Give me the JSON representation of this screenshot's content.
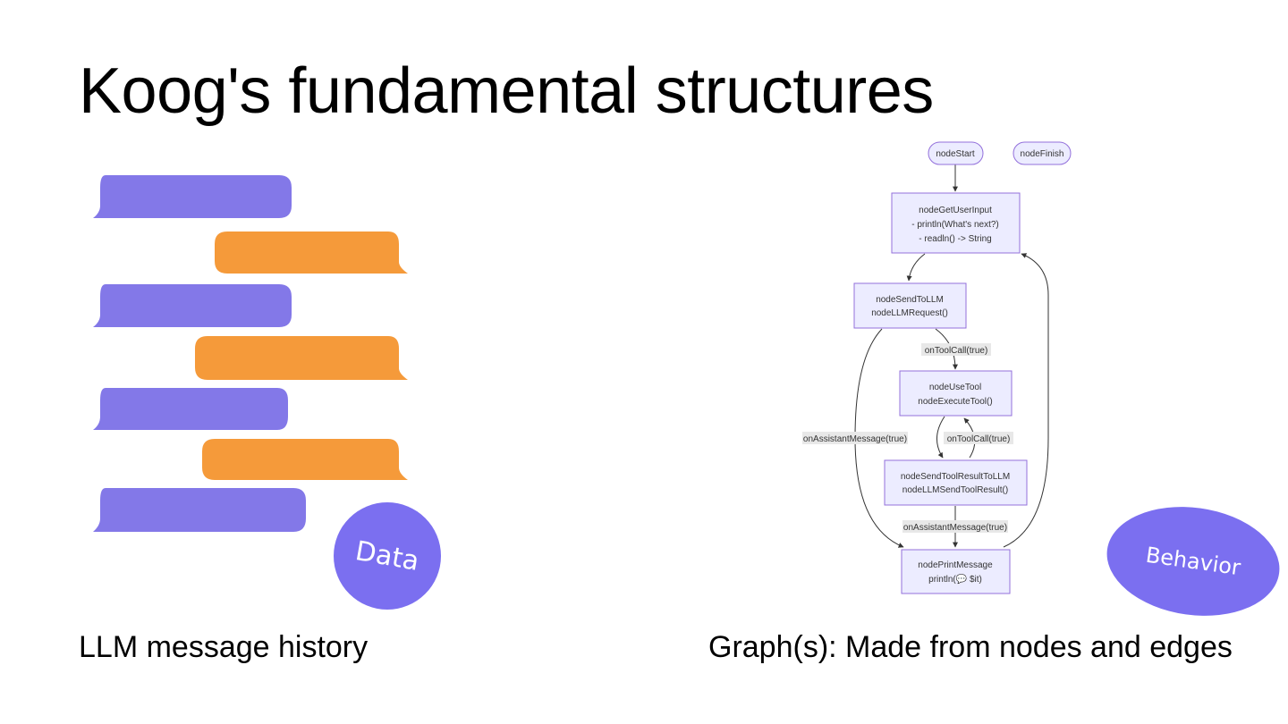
{
  "slide": {
    "title": "Koog's fundamental structures",
    "left_caption": "LLM message history",
    "right_caption": "Graph(s): Made from nodes and edges",
    "data_badge": "Data",
    "behavior_badge": "Behavior"
  },
  "colors": {
    "purple": "#8378e8",
    "orange": "#f59a3a",
    "badge": "#7b6ff0",
    "node_fill": "#ececff",
    "node_stroke": "#9370db"
  },
  "graph": {
    "start": "nodeStart",
    "finish": "nodeFinish",
    "get_input": [
      "nodeGetUserInput",
      "- println(What's next?)",
      "- readln() -> String"
    ],
    "send_to_llm": [
      "nodeSendToLLM",
      "nodeLLMRequest()"
    ],
    "use_tool": [
      "nodeUseTool",
      "nodeExecuteTool()"
    ],
    "send_tool_result": [
      "nodeSendToolResultToLLM",
      "nodeLLMSendToolResult()"
    ],
    "print_message": [
      "nodePrintMessage",
      "println(💬 $it)"
    ],
    "edge_labels": {
      "tool_call_1": "onToolCall(true)",
      "tool_call_2": "onToolCall(true)",
      "assistant_1": "onAssistantMessage(true)",
      "assistant_2": "onAssistantMessage(true)"
    }
  }
}
